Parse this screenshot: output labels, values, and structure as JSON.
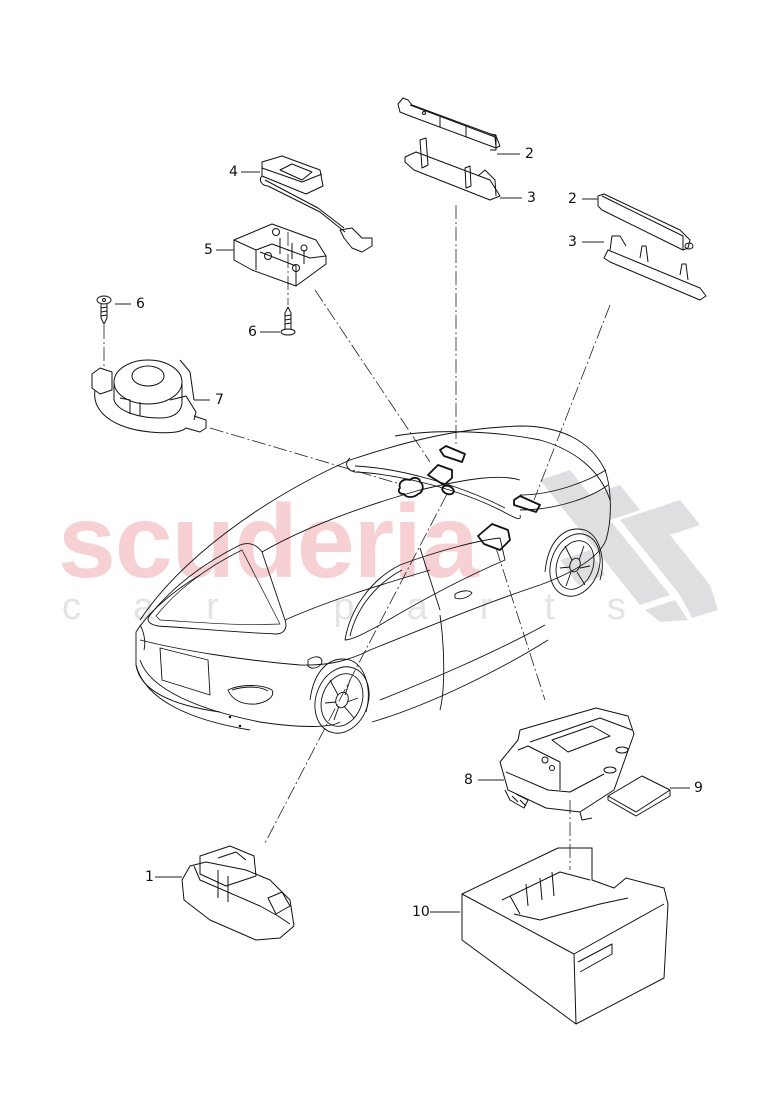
{
  "watermark": {
    "brand": "scuderia",
    "tagline": "car parts",
    "brand_color": "#f6d0d2",
    "tagline_color": "#e3e3e8",
    "checker_color": "#d9d9dc"
  },
  "diagram": {
    "subject": "Vehicle (sedan) with antenna / telematics / speaker components",
    "line_color": "#111111",
    "callouts": [
      {
        "id": "c1",
        "label": "1",
        "part": "interior-light-module"
      },
      {
        "id": "c2a",
        "label": "2",
        "part": "antenna-module-center"
      },
      {
        "id": "c3a",
        "label": "3",
        "part": "antenna-bracket-center"
      },
      {
        "id": "c2b",
        "label": "2",
        "part": "antenna-module-rear"
      },
      {
        "id": "c3b",
        "label": "3",
        "part": "antenna-bracket-rear"
      },
      {
        "id": "c4",
        "label": "4",
        "part": "gps-antenna-with-cable"
      },
      {
        "id": "c5",
        "label": "5",
        "part": "antenna-holder"
      },
      {
        "id": "c6a",
        "label": "6",
        "part": "screw-top"
      },
      {
        "id": "c6b",
        "label": "6",
        "part": "screw-bottom"
      },
      {
        "id": "c7",
        "label": "7",
        "part": "loudspeaker"
      },
      {
        "id": "c8",
        "label": "8",
        "part": "control-unit"
      },
      {
        "id": "c9",
        "label": "9",
        "part": "pad"
      },
      {
        "id": "c10",
        "label": "10",
        "part": "housing-tray"
      }
    ]
  }
}
